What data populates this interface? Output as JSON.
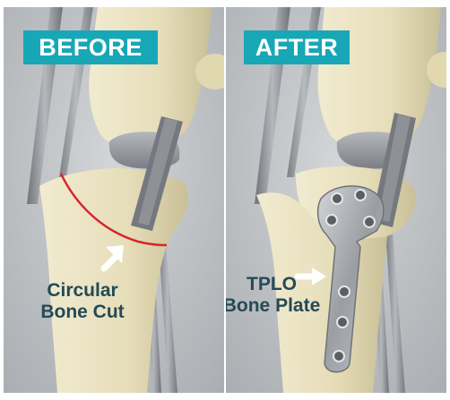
{
  "colors": {
    "background": "#b9bcbf",
    "badge": "#18a7b7",
    "label_text": "#244a55",
    "cut_line": "#d8262b",
    "bone": "#e7dfbd",
    "implant": "#7d8087"
  },
  "before_panel": {
    "title": "BEFORE",
    "label_line1": "Circular",
    "label_line2": "Bone Cut",
    "arrow_icon": "white-arrow-up-right"
  },
  "after_panel": {
    "title": "AFTER",
    "label_line1": "TPLO",
    "label_line2": "Bone Plate",
    "arrow_icon": "white-arrow-right"
  }
}
